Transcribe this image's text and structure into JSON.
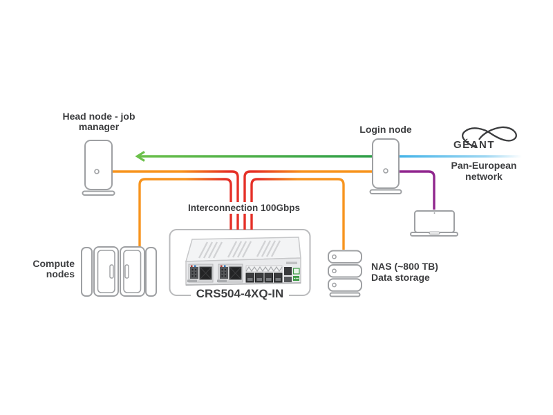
{
  "nodes": {
    "head": {
      "label_line1": "Head node - job",
      "label_line2": "manager"
    },
    "login": {
      "label": "Login node"
    },
    "compute": {
      "label_line1": "Compute",
      "label_line2": "nodes"
    },
    "nas": {
      "label_line1": "NAS (~800 TB)",
      "label_line2": "Data storage"
    }
  },
  "switch": {
    "interconnect_label": "Interconnection 100Gbps",
    "model": "CRS504-4XQ-IN"
  },
  "geant": {
    "logo": "GÉANT",
    "tagline_line1": "Pan-European",
    "tagline_line2": "network"
  },
  "colors": {
    "orange": "#F7941E",
    "red": "#E53027",
    "green_bright": "#6CC04B",
    "green_dark": "#2E9E49",
    "blue": "#45B4E8",
    "purple": "#90278E",
    "text": "#3D3E40"
  }
}
